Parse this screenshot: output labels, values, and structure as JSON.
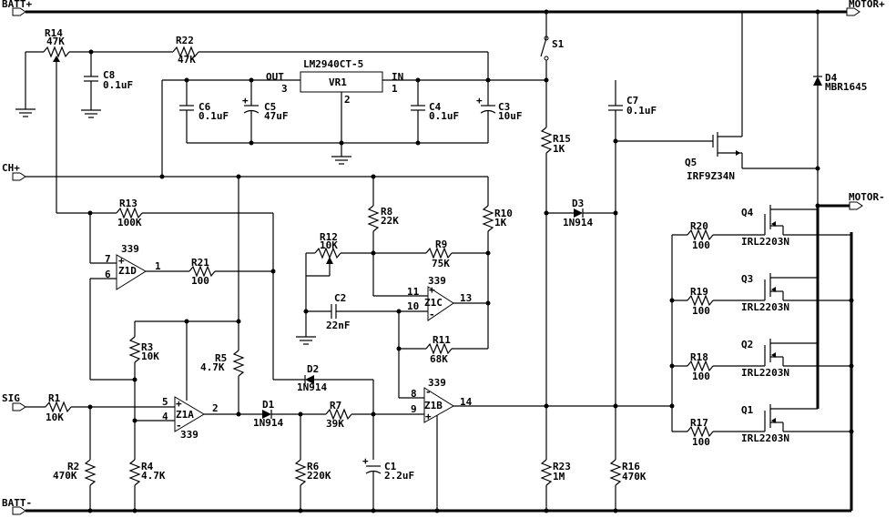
{
  "ports": {
    "batt_pos": "BATT+",
    "batt_neg": "BATT-",
    "motor_pos": "MOTOR+",
    "motor_neg": "MOTOR-",
    "ch_pos": "CH+",
    "sig": "SIG"
  },
  "regulator": {
    "part": "LM2940CT-5",
    "ref": "VR1",
    "out_label": "OUT",
    "in_label": "IN",
    "pin_out": "3",
    "pin_in": "1",
    "pin_gnd": "2"
  },
  "resistors": {
    "R14": {
      "ref": "R14",
      "value": "47K"
    },
    "R22": {
      "ref": "R22",
      "value": "47K"
    },
    "R13": {
      "ref": "R13",
      "value": "100K"
    },
    "R21": {
      "ref": "R21",
      "value": "100"
    },
    "R12": {
      "ref": "R12",
      "value": "10K"
    },
    "R8": {
      "ref": "R8",
      "value": "22K"
    },
    "R10": {
      "ref": "R10",
      "value": "1K"
    },
    "R9": {
      "ref": "R9",
      "value": "75K"
    },
    "R11": {
      "ref": "R11",
      "value": "68K"
    },
    "R3": {
      "ref": "R3",
      "value": "10K"
    },
    "R5": {
      "ref": "R5",
      "value": "4.7K"
    },
    "R1": {
      "ref": "R1",
      "value": "10K"
    },
    "R7": {
      "ref": "R7",
      "value": "39K"
    },
    "R2": {
      "ref": "R2",
      "value": "470K"
    },
    "R4": {
      "ref": "R4",
      "value": "4.7K"
    },
    "R6": {
      "ref": "R6",
      "value": "220K"
    },
    "R15": {
      "ref": "R15",
      "value": "1K"
    },
    "R23": {
      "ref": "R23",
      "value": "1M"
    },
    "R16": {
      "ref": "R16",
      "value": "470K"
    },
    "R20": {
      "ref": "R20",
      "value": "100"
    },
    "R19": {
      "ref": "R19",
      "value": "100"
    },
    "R18": {
      "ref": "R18",
      "value": "100"
    },
    "R17": {
      "ref": "R17",
      "value": "100"
    }
  },
  "capacitors": {
    "C8": {
      "ref": "C8",
      "value": "0.1uF"
    },
    "C6": {
      "ref": "C6",
      "value": "0.1uF"
    },
    "C5": {
      "ref": "C5",
      "value": "47uF"
    },
    "C4": {
      "ref": "C4",
      "value": "0.1uF"
    },
    "C3": {
      "ref": "C3",
      "value": "10uF"
    },
    "C7": {
      "ref": "C7",
      "value": "0.1uF"
    },
    "C2": {
      "ref": "C2",
      "value": "22nF"
    },
    "C1": {
      "ref": "C1",
      "value": "2.2uF"
    }
  },
  "diodes": {
    "D1": {
      "ref": "D1",
      "value": "1N914"
    },
    "D2": {
      "ref": "D2",
      "value": "1N914"
    },
    "D3": {
      "ref": "D3",
      "value": "1N914"
    },
    "D4": {
      "ref": "D4",
      "value": "MBR1645"
    }
  },
  "switch": {
    "ref": "S1"
  },
  "transistors": {
    "Q5": {
      "ref": "Q5",
      "value": "IRF9Z34N"
    },
    "Q4": {
      "ref": "Q4",
      "value": "IRL2203N"
    },
    "Q3": {
      "ref": "Q3",
      "value": "IRL2203N"
    },
    "Q2": {
      "ref": "Q2",
      "value": "IRL2203N"
    },
    "Q1": {
      "ref": "Q1",
      "value": "IRL2203N"
    }
  },
  "comparators": {
    "Z1D": {
      "ref": "Z1D",
      "part": "339",
      "pin_plus": "7",
      "pin_minus": "6",
      "pin_out": "1"
    },
    "Z1C": {
      "ref": "Z1C",
      "part": "339",
      "pin_plus": "11",
      "pin_minus": "10",
      "pin_out": "13"
    },
    "Z1A": {
      "ref": "Z1A",
      "part": "339",
      "pin_plus": "5",
      "pin_minus": "4",
      "pin_out": "2"
    },
    "Z1B": {
      "ref": "Z1B",
      "part": "339",
      "pin_plus": "9",
      "pin_minus": "8",
      "pin_out": "14"
    }
  },
  "symbols": {
    "plus": "+",
    "minus": "-"
  }
}
